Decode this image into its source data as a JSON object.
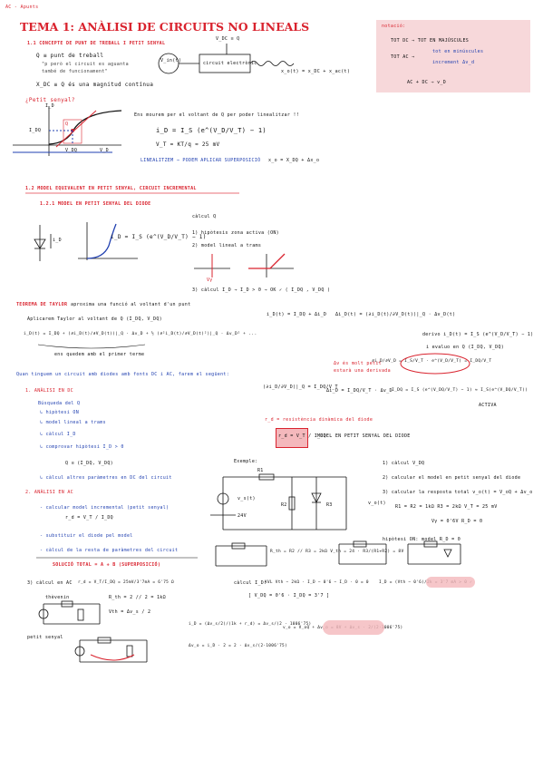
{
  "header": {
    "tag": "AC - Apunts"
  },
  "title": "TEMA 1: ANÀLISI DE CIRCUITS NO LINEALS",
  "notation_box": {
    "label": "notació:",
    "line1": "TOT DC ⇒ TOT EN MAJÚSCULES",
    "line2_left": "TOT AC ⇒",
    "line2_a": "tot en minúscules",
    "line2_b": "increment Δv_d",
    "line3": "AC + DC ⇒ v_D"
  },
  "s1": {
    "heading": "1.1  CONCEPTE DE PUNT DE TREBALL I PETIT SENYAL",
    "q_title": "Q ≡ punt de treball",
    "q_note1": "\"p però el circuit es aguanta",
    "q_note2": "també de funcionament\"",
    "vdcq": "X_DC ≡ Q  és una magnitud contínua",
    "block_label": "circuit electrònic",
    "vin_label": "V_in(t)",
    "vdc_in": "V_DC ≡ Q",
    "out_label": "x_o(t) = x_DC + x_ac(t)",
    "question": "¿Petit senyal?",
    "curve_note": "Ens mourem per el voltant de Q per poder linealitzar !!",
    "eq_id": "i_D = I_S (e^(V_D/V_T) − 1)",
    "eq_vt": "V_T = KT/q ≈ 25 mV",
    "superpos": "LINEALITZEM ⇒ PODEM APLICAR SUPERPOSICIÓ",
    "superpos_eq": "x_o = X_DQ + Δx_o",
    "axis_id": "I_D",
    "axis_idq": "I_DQ",
    "axis_vd": "V_D",
    "axis_vdq": "V_DQ",
    "point_q": "Q"
  },
  "s2": {
    "heading": "1.2  MODEL EQUIVALENT EN PETIT SENYAL, CIRCUIT INCREMENTAL",
    "sub": "1.2.1  MODEL EN PETIT SENYAL DEL DIODE",
    "diode_eq": "i_D = I_S (e^(V_D/V_T) − 1)",
    "diode_id": "i_D",
    "right_title": "càlcul Q",
    "step1": "1) hipòtesis zona activa (ON)",
    "step2": "2) model lineal a trams",
    "step3": "3) càlcul I_D → I_D > 0 → OK ✓ ( I_DQ , V_DQ )",
    "vy": "Vγ"
  },
  "taylor": {
    "heading": "TEOREMA DE TAYLOR",
    "heading_rest": "aproxima una funció al voltant d'un punt",
    "line1": "Aplicarem Taylor al voltant de Q (I_DQ, V_DQ)",
    "eq": "i_D(t) = I_DQ + (∂i_D(t)/∂V_D(t))|_Q · Δv_D + ½ (∂²i_D(t)/∂V_D(t)²)|_Q · Δv_D² + ...",
    "note": "ens quedem amb el primer terme",
    "right_eq1": "i_D(t) = I_DQ + Δi_D",
    "right_eq2": "Δi_D(t) = (∂i_D(t)/∂V_D(t))|_Q · Δv_D(t)",
    "deriv_label": "derivo i_D(t) = I_S (e^(V_D/V_T) − 1)",
    "deriv_note": "i evaluo en Q (I_DQ, V_DQ)",
    "deriv_eq": "∂i_D/∂V_D = I_S/V_T · e^(V_D/V_T) = I_DQ/V_T",
    "red_note1": "Δv és molt petit",
    "red_note2": "estarà una derivada",
    "res_eq": "(∂i_D/∂V_D)|_Q = I_DQ/V_T",
    "res_eq2": "Δi_D = I_DQ/V_T · Δv_D",
    "idq_eq": "I_DQ = I_S (e^(V_DQ/V_T) − 1) ≈ I_S(e^(V_DQ/V_T))",
    "activa": "ACTIVA",
    "rd_title": "r_d = resistència dinàmica del diode",
    "rd_eq": "r_d = V_T / I_DQ",
    "rd_model": "MODEL EN PETIT SENYAL DEL DIODE"
  },
  "procedure": {
    "intro": "Quan tinguem un circuit amb diodes amb fonts DC i AC, farem el següent:",
    "a_title": "1. ANÀLISI EN DC",
    "a1": "Búsqueda del Q",
    "a1a": "↳ hipòtesi ON",
    "a1b": "↳ model lineal a trams",
    "a1c": "↳ càlcul I_D",
    "a1d": "↳ comprovar hipòtesi I_D > 0",
    "a1e": "Q ≡ (I_DQ, V_DQ)",
    "a2": "↳ càlcul altres paràmetres en DC del circuit",
    "b_title": "2. ANÀLISI EN AC",
    "b1": "- calcular model incremental (petit senyal)",
    "b1eq": "r_d = V_T / I_DQ",
    "b2": "- substituir el diode pel model",
    "b3": "- càlcul de la resta de paràmetres del circuit",
    "c_title": "SOLUCIÓ TOTAL = A + B (SUPERPOSICIÓ)"
  },
  "example": {
    "label": "Exemple:",
    "r1": "R1",
    "r2": "R2",
    "r3": "R3",
    "src_dc": "24V",
    "src_ac": "v_s(t)",
    "out": "v_o(t)",
    "q1": "1) càlcul V_DQ",
    "q2": "2) calcular el model en petit senyal del diode",
    "q3": "3) calcular la resposta total v_o(t) = V_oQ + Δv_o",
    "vals": "R1 = R2 = 1kΩ  R3 = 2kΩ  V_T = 25 mV",
    "vals2": "Vγ = 0'6V   R_D = 0",
    "hyp": "hipòtesi ON:  model  R_D = 0",
    "thev": "R_th = R2 // R3 = 2kΩ   V_th = 24 · R3/(R1+R2) = 8V",
    "calc_label": "càlcul I_D:",
    "kvl": "KVL  Vth − 2kΩ · I_D − 0'6 − I_D · 0 = 0",
    "id_eq": "I_D = (Vth − 0'6)/2k = 3'7 mA > 0 ✓",
    "vdq": "[ V_DQ = 0'6 · I_DQ = 3'7 ]",
    "ac_label": "3) càlcul en AC",
    "rd_eq": "r_d = V_T/I_DQ = 25mV/3'7mA = 6'75 Ω",
    "equiv_label": "thèvenin",
    "rth": "R_th = 2 // 2 = 1kΩ",
    "vth": "Vth = Δv_s / 2",
    "small_label": "petit senyal",
    "id_small": "i_D = (Δv_s/2)/(1k + r_d) = Δv_s/(2 · 1006'75)",
    "vo_total": "v_o = V_oQ + Δv_o = 8V + Δv_s · 2/(2·1006'75)",
    "dvo": "Δv_o = i_D · 2 = 2 · Δv_s/(2·1006'75)"
  },
  "colors": {
    "accent": "#d9232e",
    "ink": "#1f3fb0",
    "highlight": "#f4b8bc",
    "notebox": "#f7d8da"
  }
}
